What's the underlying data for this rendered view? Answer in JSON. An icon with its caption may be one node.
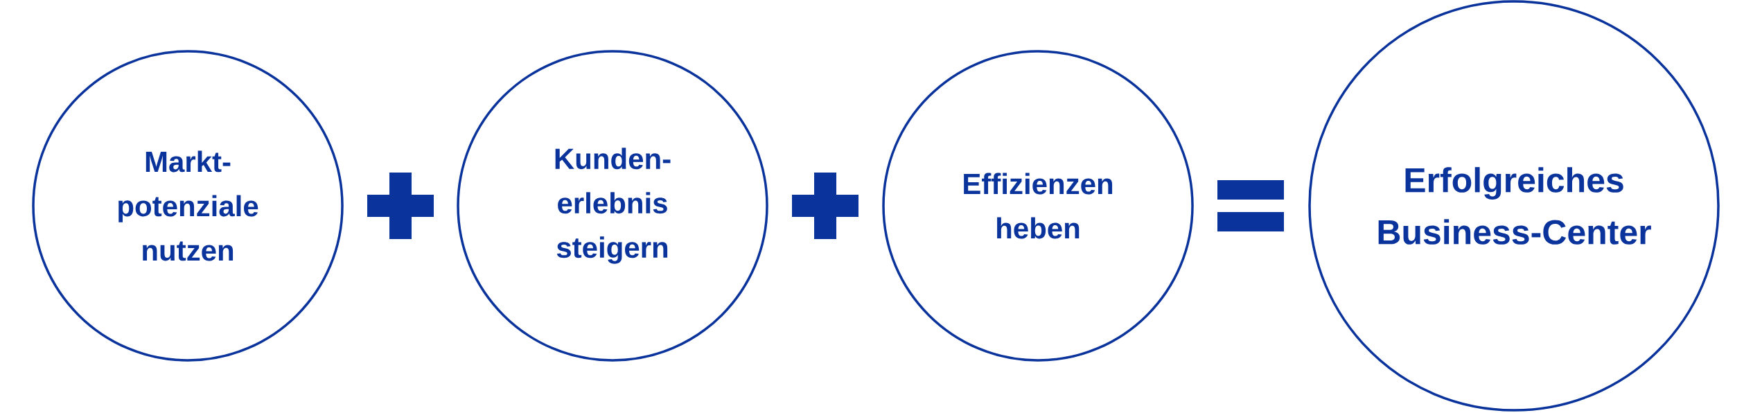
{
  "diagram": {
    "nodes": [
      {
        "text": [
          "Markt-potenziale nutzen"
        ]
      },
      {
        "text": [
          "Kunden-erlebnis steigern"
        ]
      },
      {
        "text": [
          "Effizienzen heben"
        ]
      },
      {
        "text": [
          "Erfolgreiches Business-Center"
        ]
      }
    ]
  }
}
